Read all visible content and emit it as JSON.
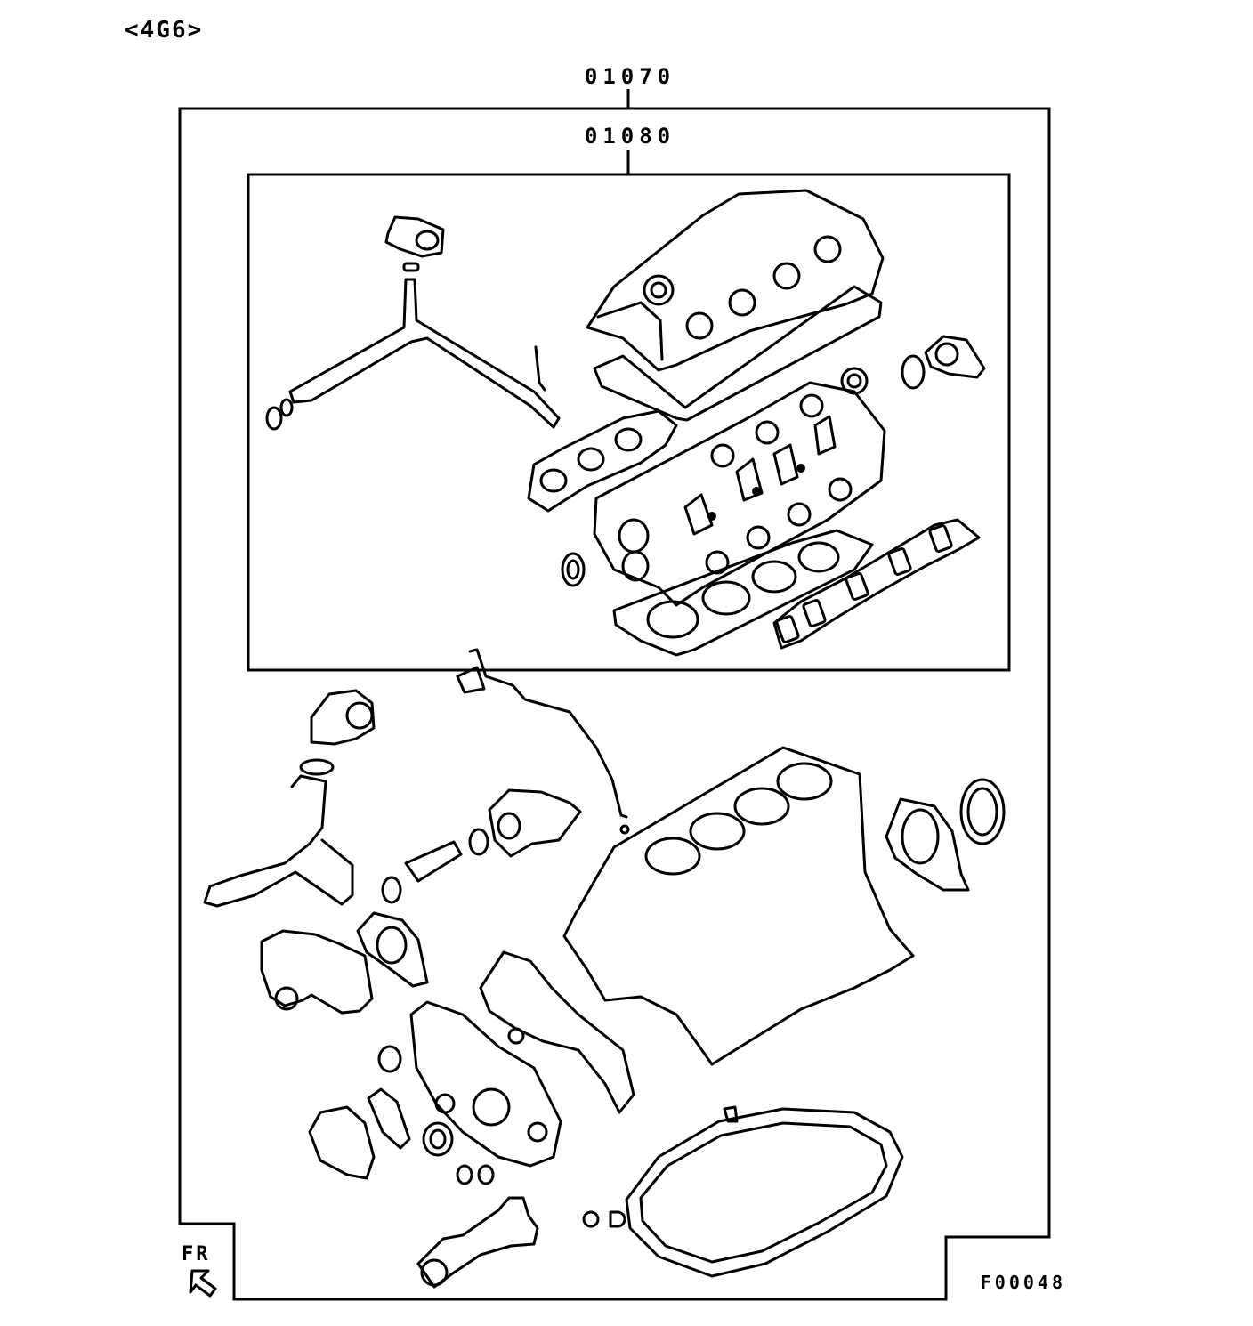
{
  "engine_label": "<4G6>",
  "kit_outer": {
    "part_number": "01070"
  },
  "kit_inner": {
    "part_number": "01080"
  },
  "direction": {
    "label": "FR",
    "icon": "front-direction-arrow-icon"
  },
  "figure_code": "F00048"
}
